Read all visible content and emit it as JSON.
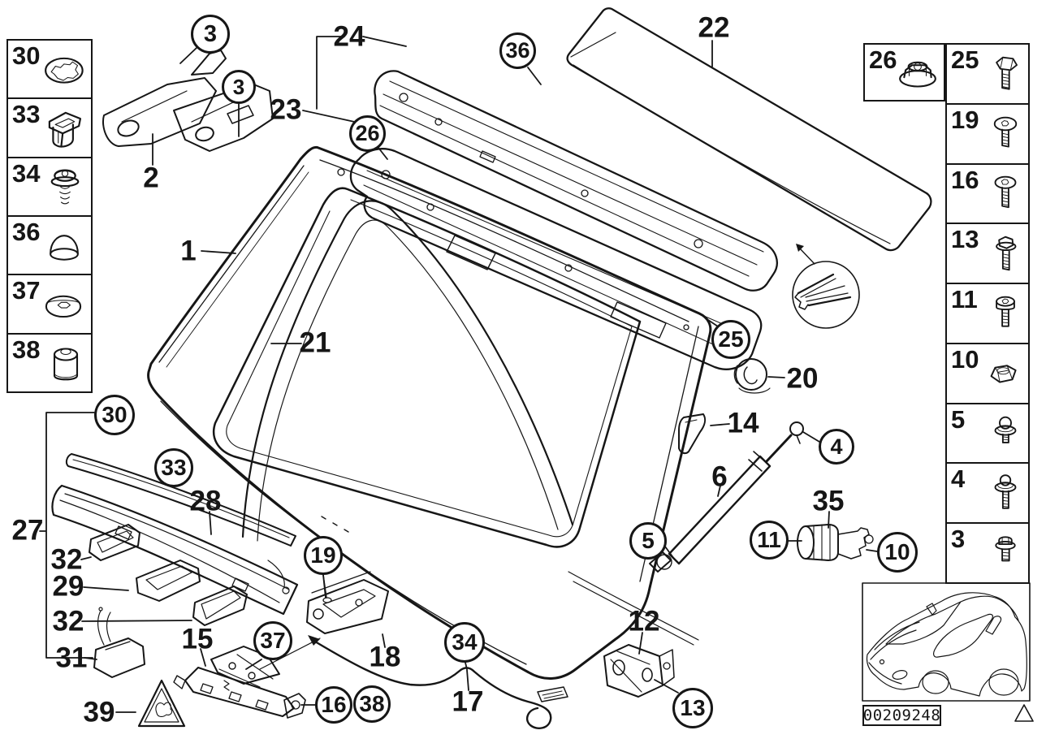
{
  "diagram": {
    "description": "Trunk lid / tailgate exploded parts diagram",
    "line_color": "#161616",
    "background": "#ffffff"
  },
  "left_column": {
    "items": [
      {
        "number": "30",
        "icon": "lock-washer-icon"
      },
      {
        "number": "33",
        "icon": "cage-nut-clip-icon"
      },
      {
        "number": "34",
        "icon": "screw-with-spring-washer-icon"
      },
      {
        "number": "36",
        "icon": "dome-grommet-icon"
      },
      {
        "number": "37",
        "icon": "flat-washer-icon"
      },
      {
        "number": "38",
        "icon": "protective-cap-icon"
      }
    ]
  },
  "right_column": {
    "nut": {
      "number": "26",
      "icon": "flange-lock-nut-icon"
    },
    "items": [
      {
        "number": "25",
        "icon": "hex-bolt-icon"
      },
      {
        "number": "19",
        "icon": "torx-pan-screw-icon"
      },
      {
        "number": "16",
        "icon": "torx-pan-screw-icon"
      },
      {
        "number": "13",
        "icon": "hex-flange-bolt-icon"
      },
      {
        "number": "11",
        "icon": "torx-cheese-screw-icon"
      },
      {
        "number": "10",
        "icon": "hex-nut-icon"
      },
      {
        "number": "5",
        "icon": "stud-with-washer-icon"
      },
      {
        "number": "4",
        "icon": "bolt-with-washer-icon"
      },
      {
        "number": "3",
        "icon": "hex-flange-bolt-short-icon"
      }
    ]
  },
  "callouts": {
    "circled": [
      {
        "n": "3"
      },
      {
        "n": "3"
      },
      {
        "n": "26"
      },
      {
        "n": "36"
      },
      {
        "n": "25"
      },
      {
        "n": "30"
      },
      {
        "n": "33"
      },
      {
        "n": "19"
      },
      {
        "n": "37"
      },
      {
        "n": "34"
      },
      {
        "n": "16"
      },
      {
        "n": "38"
      },
      {
        "n": "5"
      },
      {
        "n": "4"
      },
      {
        "n": "11"
      },
      {
        "n": "10"
      },
      {
        "n": "13"
      }
    ],
    "plain": [
      {
        "n": "2"
      },
      {
        "n": "24"
      },
      {
        "n": "23"
      },
      {
        "n": "22"
      },
      {
        "n": "1"
      },
      {
        "n": "21"
      },
      {
        "n": "20"
      },
      {
        "n": "14"
      },
      {
        "n": "6"
      },
      {
        "n": "35"
      },
      {
        "n": "12"
      },
      {
        "n": "27"
      },
      {
        "n": "28"
      },
      {
        "n": "32"
      },
      {
        "n": "29"
      },
      {
        "n": "32"
      },
      {
        "n": "31"
      },
      {
        "n": "15"
      },
      {
        "n": "39"
      },
      {
        "n": "18"
      },
      {
        "n": "17"
      }
    ]
  },
  "footer": {
    "image_id": "00209248"
  }
}
